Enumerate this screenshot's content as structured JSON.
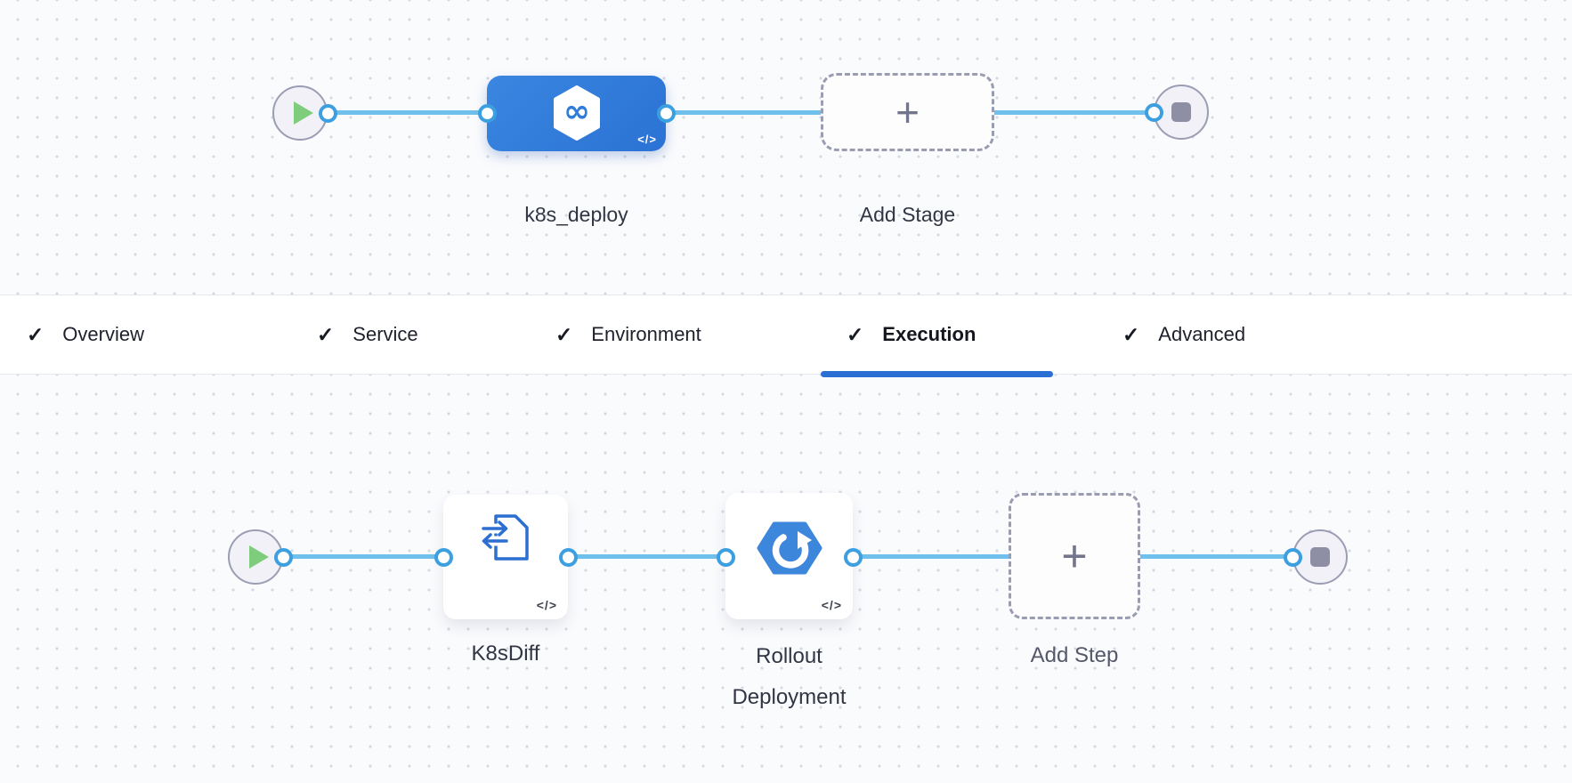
{
  "glyphs": {
    "check": "✓",
    "plus": "+",
    "code_badge": "</>",
    "infinity": "∞"
  },
  "colors": {
    "accent_blue": "#2b6fd4",
    "stage_node_blue": "#2f7cd9",
    "step_icon_blue": "#2b6fd0",
    "rollout_hex_blue": "#3c87db",
    "connector_line": "#6fc0ec",
    "port_ring": "#3b9fe0",
    "play_green": "#7ecd7d",
    "stop_gray": "#8e8fa4"
  },
  "stage_graph": {
    "stage_label": "k8s_deploy",
    "add_stage_label": "Add Stage"
  },
  "tab_bar": {
    "active_tab": "Execution",
    "tabs": [
      {
        "label": "Overview"
      },
      {
        "label": "Service"
      },
      {
        "label": "Environment"
      },
      {
        "label": "Execution"
      },
      {
        "label": "Advanced"
      }
    ]
  },
  "step_graph": {
    "k8s_diff_label": "K8sDiff",
    "rollout_label_line1": "Rollout",
    "rollout_label_line2": "Deployment",
    "add_step_label": "Add Step"
  }
}
